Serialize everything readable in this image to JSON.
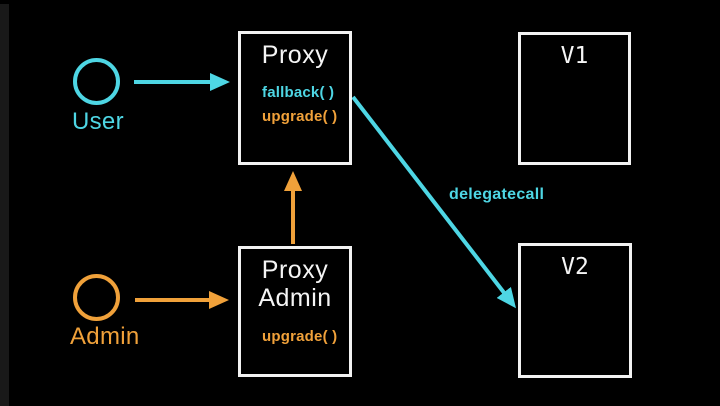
{
  "colors": {
    "cyan": "#4ed6e4",
    "orange": "#f0a13a",
    "box_border": "#f2f2f2",
    "title": "#f5f5f5",
    "background": "#000000",
    "edge_strip": "#191919"
  },
  "diagram": {
    "user": {
      "label": "User"
    },
    "admin": {
      "label": "Admin"
    },
    "proxy": {
      "title": "Proxy",
      "fallback_method": "fallback( )",
      "upgrade_method": "upgrade( )"
    },
    "proxy_admin": {
      "title_line1": "Proxy",
      "title_line2": "Admin",
      "upgrade_method": "upgrade( )"
    },
    "v1": {
      "title": "V1"
    },
    "v2": {
      "title": "V2"
    },
    "delegatecall_label": "delegatecall"
  }
}
